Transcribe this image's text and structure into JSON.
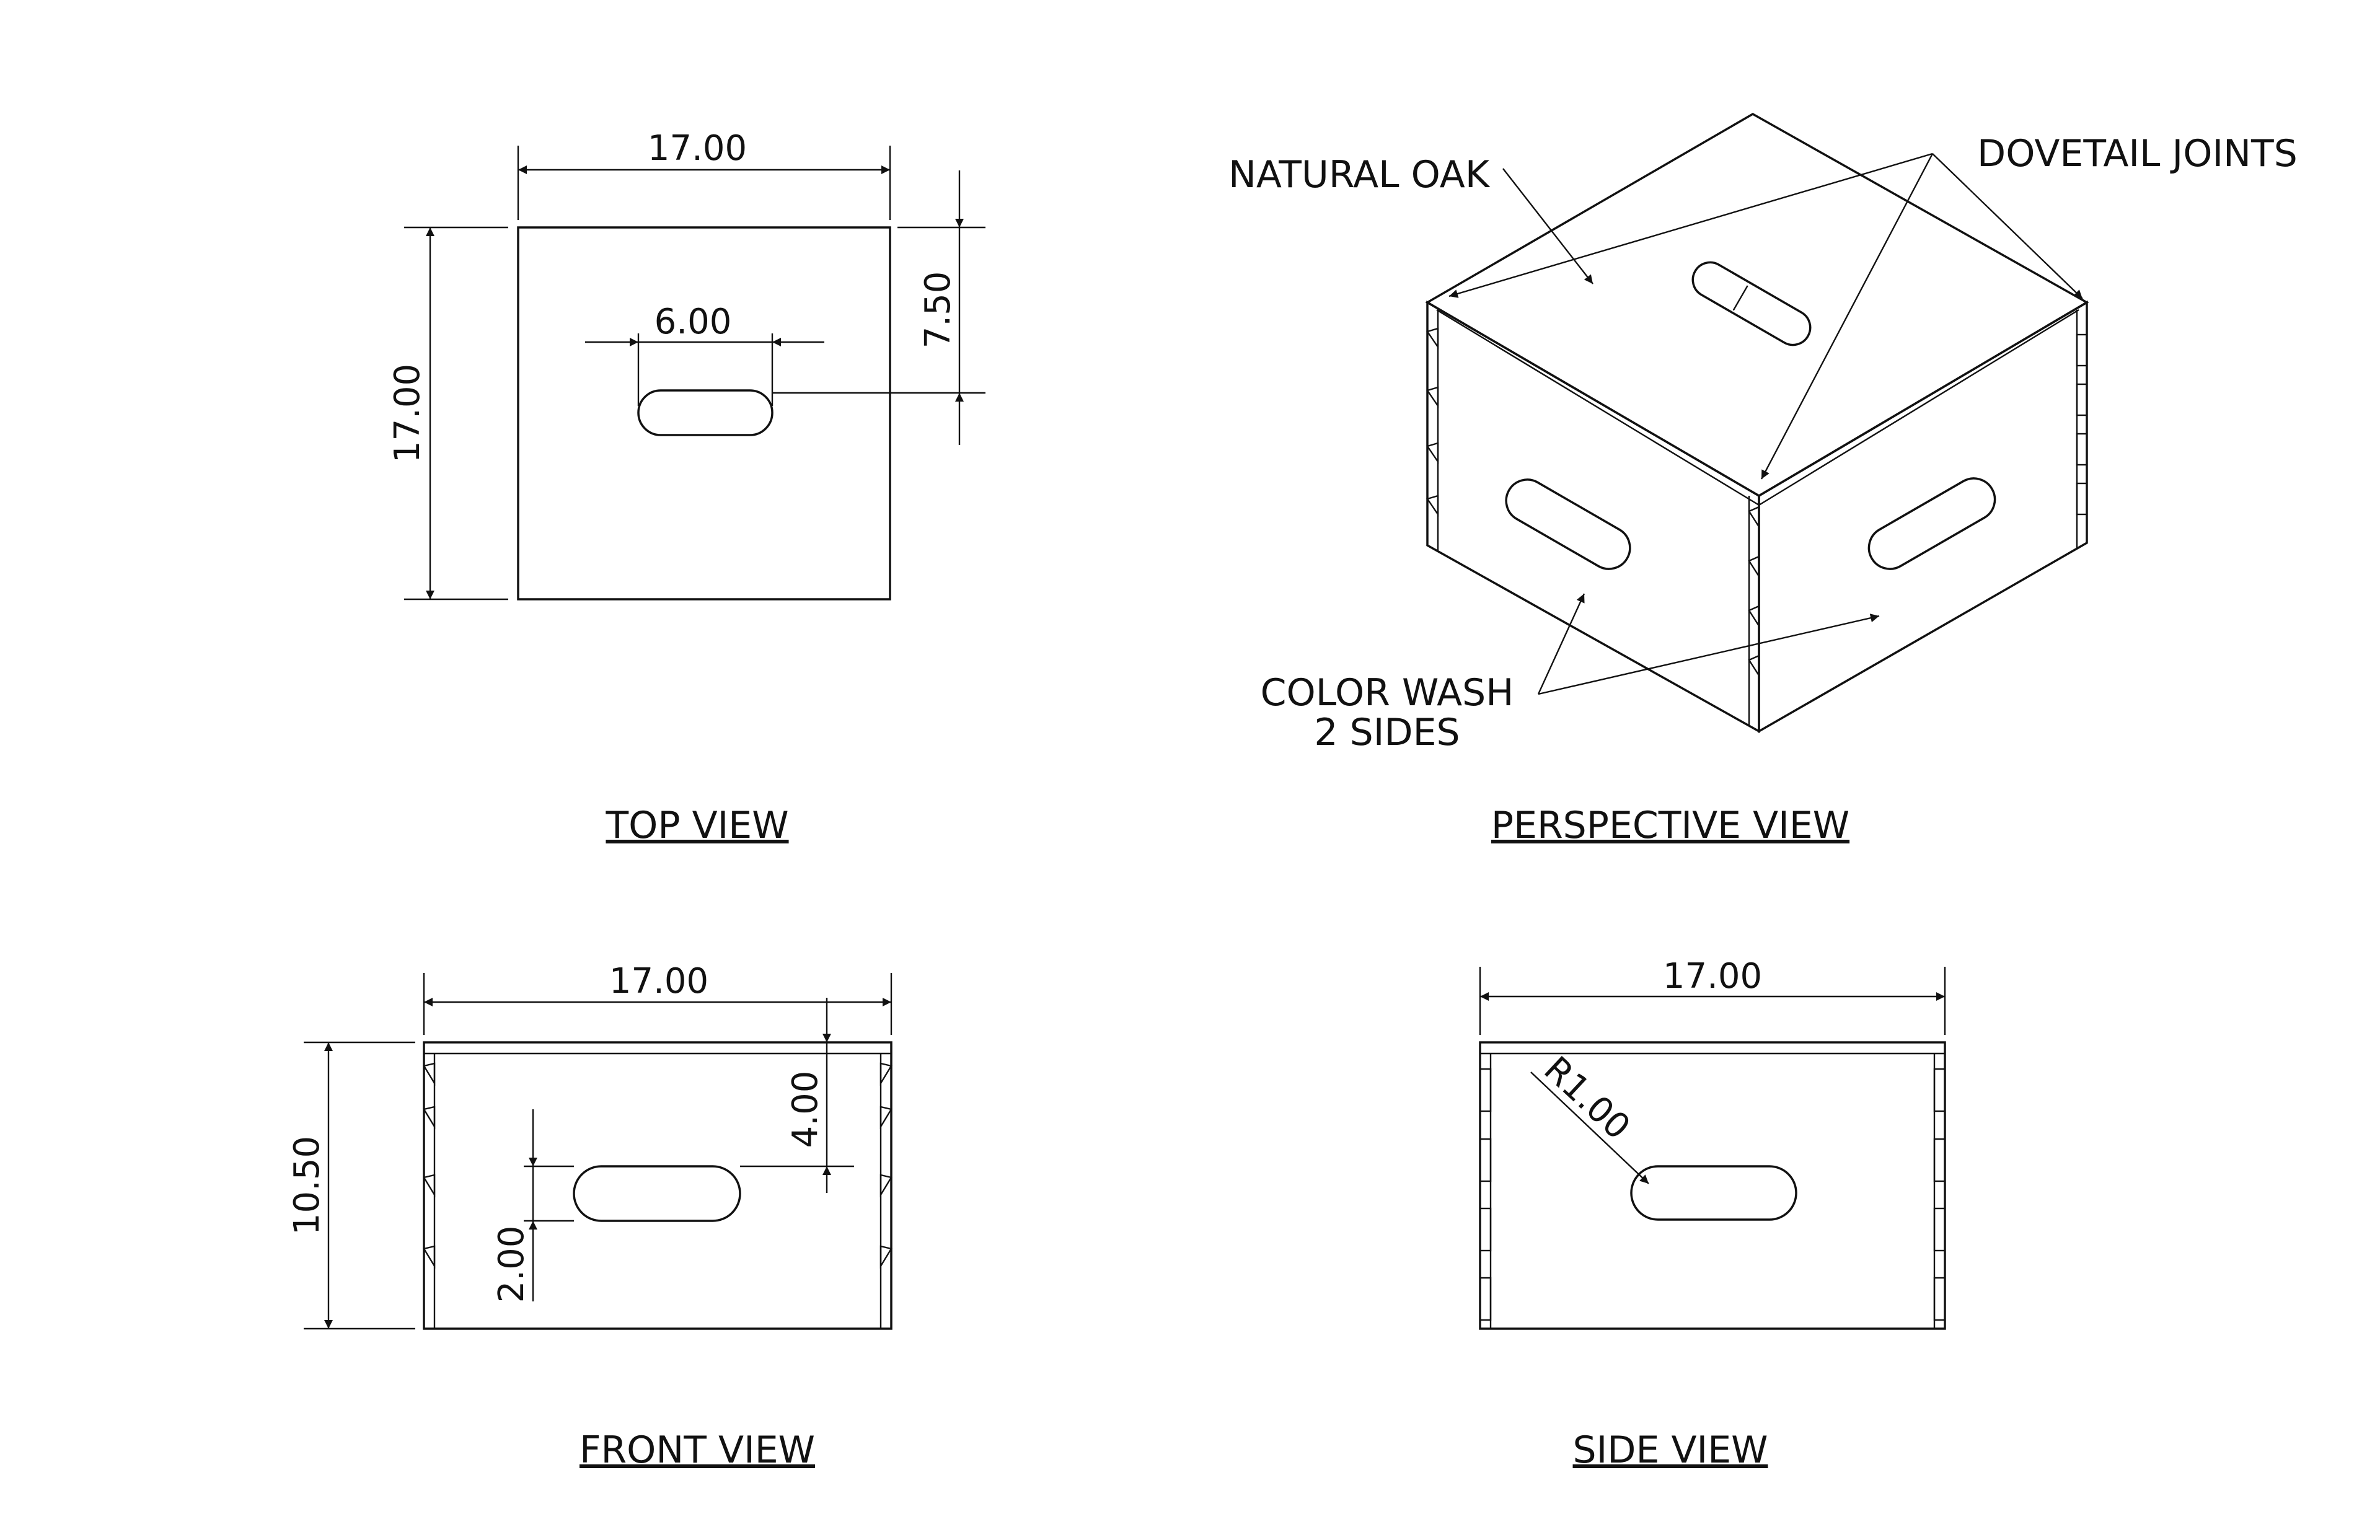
{
  "views": {
    "top": {
      "title": "TOP VIEW",
      "dim_width": "17.00",
      "dim_height": "17.00",
      "dim_slot_length": "6.00",
      "dim_slot_offset": "7.50"
    },
    "perspective": {
      "title": "PERSPECTIVE VIEW",
      "note_natural_oak": "NATURAL OAK",
      "note_dovetail": "DOVETAIL JOINTS",
      "note_color_wash_line1": "COLOR WASH",
      "note_color_wash_line2": "2 SIDES"
    },
    "front": {
      "title": "FRONT VIEW",
      "dim_width": "17.00",
      "dim_height": "10.50",
      "dim_slot_top": "4.00",
      "dim_slot_height": "2.00"
    },
    "side": {
      "title": "SIDE VIEW",
      "dim_width": "17.00",
      "dim_radius": "R1.00"
    }
  }
}
